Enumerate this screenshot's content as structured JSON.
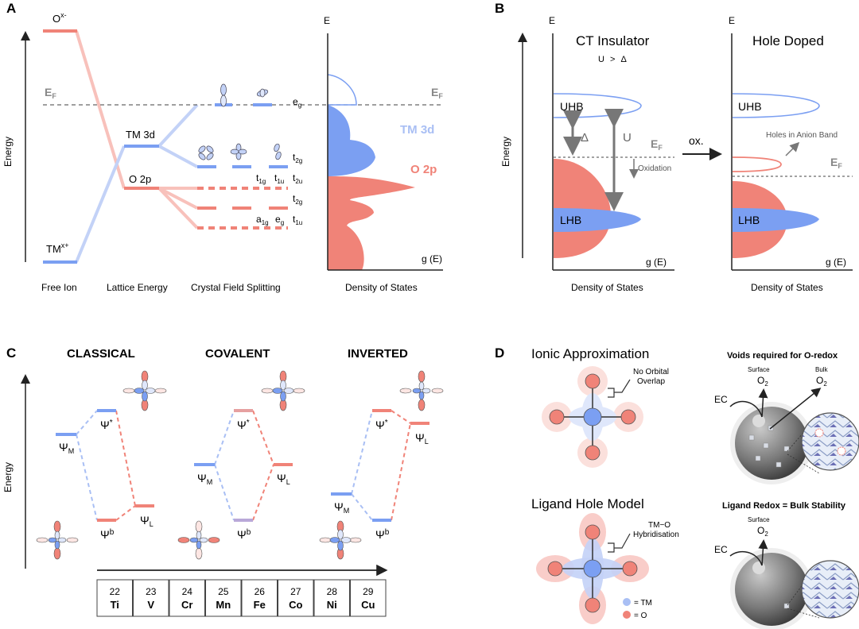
{
  "panel_labels": [
    "A",
    "B",
    "C",
    "D"
  ],
  "colors": {
    "blue": "#7b9ff2",
    "blue_light": "#c3d2f7",
    "red": "#f08378",
    "red_light": "#f8c1bb",
    "grey": "#888888",
    "dark": "#222222"
  },
  "panel_a": {
    "energy_axis": "Energy",
    "oxygen_ion": "O",
    "oxygen_ion_charge": "x-",
    "fermi_E": "E",
    "fermi_sub": "F",
    "tm_ion": "TM",
    "tm_ion_charge": "x+",
    "tm3d": "TM 3d",
    "o2p": "O 2p",
    "eg": "e",
    "eg_sub": "g",
    "t2g_upper": "t",
    "t2g_upper_sub": "2g",
    "t1g": "t",
    "t1g_sub": "1g",
    "t1u": "t",
    "t1u_sub": "1u",
    "t2u": "t",
    "t2u_sub": "2u",
    "t2g_lower": "t",
    "t2g_lower_sub": "2g",
    "a1g": "a",
    "a1g_sub": "1g",
    "eg_lower": "e",
    "eg_lower_sub": "g",
    "t1u_lower": "t",
    "t1u_lower_sub": "1u",
    "x_free_ion": "Free Ion",
    "x_lattice": "Lattice Energy",
    "x_crystal_field": "Crystal Field Splitting",
    "dos_E": "E",
    "dos_fermi_E": "E",
    "dos_fermi_sub": "F",
    "dos_tm3d": "TM 3d",
    "dos_o2p": "O 2p",
    "dos_gE": "g (E)",
    "dos_title": "Density of States"
  },
  "panel_b": {
    "energy_axis": "Energy",
    "left_E": "E",
    "left_title": "CT Insulator",
    "left_subtitle": "U > Δ",
    "uhb": "UHB",
    "lhb": "LHB",
    "delta": "Δ",
    "u": "U",
    "fermi_E": "E",
    "fermi_sub": "F",
    "oxidation": "Oxidation",
    "left_gE": "g (E)",
    "left_dos": "Density of States",
    "arrow_label": "ox.",
    "right_E": "E",
    "right_title": "Hole Doped",
    "holes_label": "Holes in Anion Band",
    "right_uhb": "UHB",
    "right_lhb": "LHB",
    "right_fermi_E": "E",
    "right_fermi_sub": "F",
    "right_gE": "g (E)",
    "right_dos": "Density of States"
  },
  "panel_c": {
    "energy_axis": "Energy",
    "classical": "CLASSICAL",
    "covalent": "COVALENT",
    "inverted": "INVERTED",
    "psi": "Ψ",
    "sub_m": "M",
    "sub_l": "L",
    "sup_star": "*",
    "sup_b": "b",
    "elements": [
      {
        "z": "22",
        "symbol": "Ti"
      },
      {
        "z": "23",
        "symbol": "V"
      },
      {
        "z": "24",
        "symbol": "Cr"
      },
      {
        "z": "25",
        "symbol": "Mn"
      },
      {
        "z": "26",
        "symbol": "Fe"
      },
      {
        "z": "27",
        "symbol": "Co"
      },
      {
        "z": "28",
        "symbol": "Ni"
      },
      {
        "z": "29",
        "symbol": "Cu"
      }
    ]
  },
  "panel_d": {
    "ionic_title": "Ionic Approximation",
    "no_overlap_1": "No Orbital",
    "no_overlap_2": "Overlap",
    "ligand_title": "Ligand Hole Model",
    "hybrid_1": "TM−O",
    "hybrid_2": "Hybridisation",
    "legend_tm": "= TM",
    "legend_o": "= O",
    "voids_title": "Voids required for O-redox",
    "surface_1": "Surface",
    "o2_1": "O",
    "o2_1_sub": "2",
    "bulk": "Bulk",
    "o2_2": "O",
    "o2_2_sub": "2",
    "ec_1": "EC",
    "ligand_redox_title": "Ligand Redox = Bulk Stability",
    "surface_2": "Surface",
    "o2_3": "O",
    "o2_3_sub": "2",
    "ec_2": "EC"
  }
}
